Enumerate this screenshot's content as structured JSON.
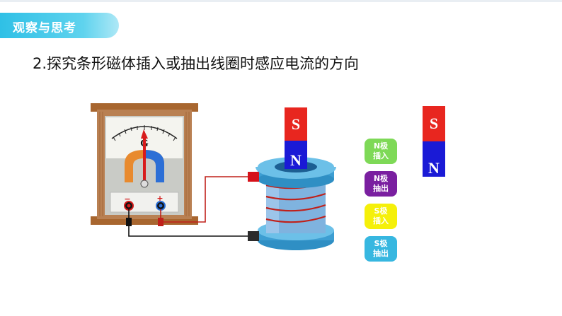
{
  "section_tab": {
    "label": "观察与思考"
  },
  "heading": "2.探究条形磁体插入或抽出线圈时感应电流的方向",
  "watermark": "",
  "galvanometer": {
    "dial_letter": "G",
    "terminal_minus": "−",
    "terminal_plus": "+"
  },
  "magnet_on_coil": {
    "top_pole": "S",
    "bottom_pole": "N"
  },
  "magnet_right": {
    "top_pole": "S",
    "bottom_pole": "N"
  },
  "buttons": [
    {
      "line1": "N极",
      "line2": "插入",
      "bg": "#7ed957",
      "fg": "#ffffff"
    },
    {
      "line1": "N极",
      "line2": "抽出",
      "bg": "#7a1fa0",
      "fg": "#ffffff"
    },
    {
      "line1": "S极",
      "line2": "插入",
      "bg": "#f5f00a",
      "fg": "#ffffff"
    },
    {
      "line1": "S极",
      "line2": "抽出",
      "bg": "#37b7e0",
      "fg": "#ffffff"
    }
  ],
  "colors": {
    "north": "#1a1ad6",
    "south": "#e8261f",
    "wood": "#9c5f2c",
    "coil": "#4aa5d6",
    "wire": "#c0201a"
  }
}
